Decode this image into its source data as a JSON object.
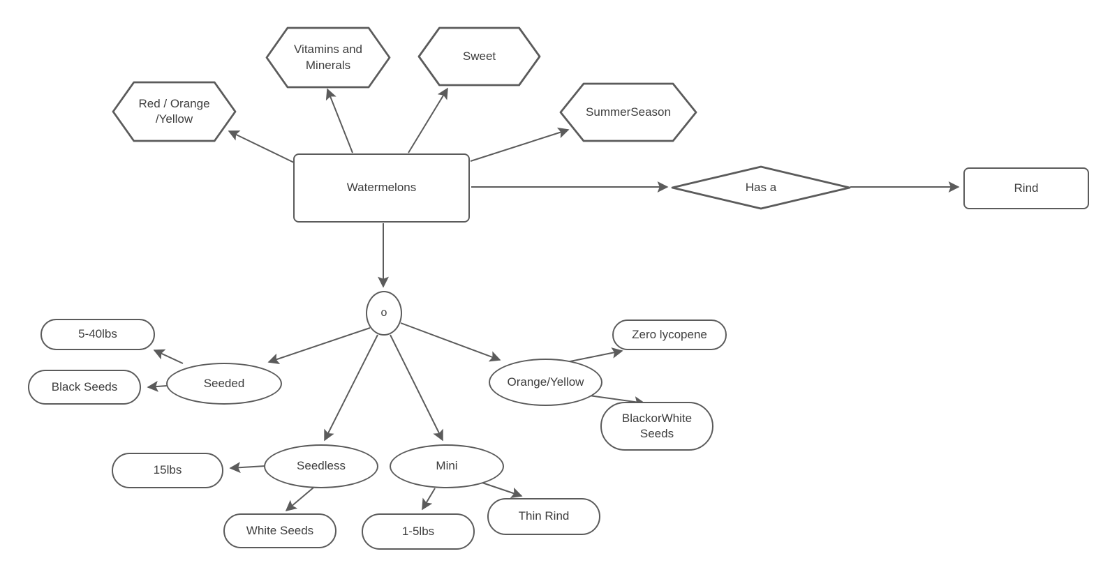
{
  "colors": {
    "stroke": "#5b5b5b",
    "text": "#3d3d3d",
    "background": "#ffffff",
    "shape_fill": "#ffffff"
  },
  "nodes": {
    "watermelons": {
      "label": "Watermelons",
      "shape": "rectangle"
    },
    "vitamins_minerals": {
      "label": "Vitamins and\nMinerals",
      "shape": "hexagon"
    },
    "sweet": {
      "label": "Sweet",
      "shape": "hexagon"
    },
    "red_orange_yellow": {
      "label": "Red / Orange\n/Yellow",
      "shape": "hexagon"
    },
    "summer_season": {
      "label": "SummerSeason",
      "shape": "hexagon"
    },
    "has_a": {
      "label": "Has a",
      "shape": "diamond"
    },
    "rind": {
      "label": "Rind",
      "shape": "rectangle"
    },
    "o_connector": {
      "label": "o",
      "shape": "ellipse"
    },
    "seeded": {
      "label": "Seeded",
      "shape": "ellipse"
    },
    "seedless": {
      "label": "Seedless",
      "shape": "ellipse"
    },
    "mini": {
      "label": "Mini",
      "shape": "ellipse"
    },
    "orange_yellow": {
      "label": "Orange/Yellow",
      "shape": "ellipse"
    },
    "weight_5_40": {
      "label": "5-40lbs",
      "shape": "pill"
    },
    "black_seeds": {
      "label": "Black Seeds",
      "shape": "pill"
    },
    "weight_15": {
      "label": "15lbs",
      "shape": "pill"
    },
    "white_seeds": {
      "label": "White Seeds",
      "shape": "pill"
    },
    "weight_1_5": {
      "label": "1-5lbs",
      "shape": "pill"
    },
    "thin_rind": {
      "label": "Thin Rind",
      "shape": "pill"
    },
    "zero_lycopene": {
      "label": "Zero lycopene",
      "shape": "pill"
    },
    "black_or_white_seeds": {
      "label": "BlackorWhite\nSeeds",
      "shape": "pill"
    }
  },
  "edges": [
    {
      "from": "watermelons",
      "to": "vitamins_minerals"
    },
    {
      "from": "watermelons",
      "to": "sweet"
    },
    {
      "from": "watermelons",
      "to": "red_orange_yellow"
    },
    {
      "from": "watermelons",
      "to": "summer_season"
    },
    {
      "from": "watermelons",
      "to": "has_a"
    },
    {
      "from": "has_a",
      "to": "rind"
    },
    {
      "from": "watermelons",
      "to": "o_connector"
    },
    {
      "from": "o_connector",
      "to": "seeded"
    },
    {
      "from": "o_connector",
      "to": "seedless"
    },
    {
      "from": "o_connector",
      "to": "mini"
    },
    {
      "from": "o_connector",
      "to": "orange_yellow"
    },
    {
      "from": "seeded",
      "to": "weight_5_40"
    },
    {
      "from": "seeded",
      "to": "black_seeds"
    },
    {
      "from": "seedless",
      "to": "weight_15"
    },
    {
      "from": "seedless",
      "to": "white_seeds"
    },
    {
      "from": "mini",
      "to": "weight_1_5"
    },
    {
      "from": "mini",
      "to": "thin_rind"
    },
    {
      "from": "orange_yellow",
      "to": "zero_lycopene"
    },
    {
      "from": "orange_yellow",
      "to": "black_or_white_seeds"
    }
  ]
}
